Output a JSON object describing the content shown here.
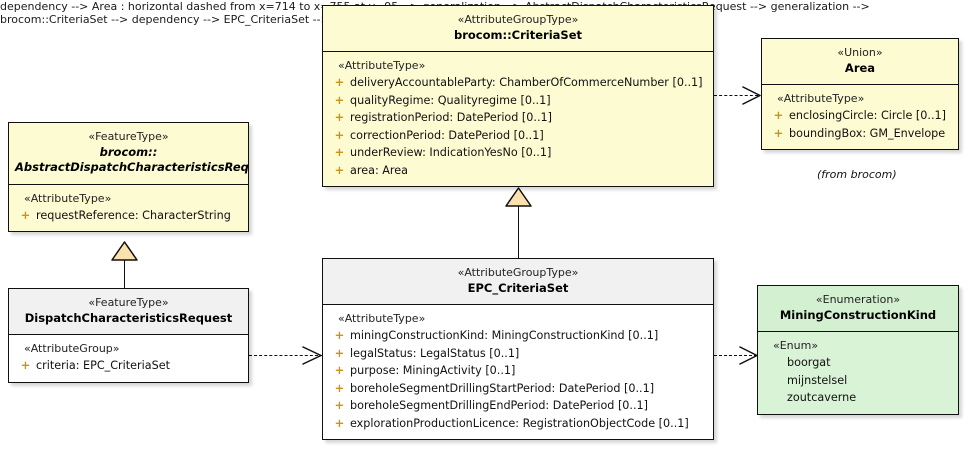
{
  "diagram": {
    "type": "uml-class-diagram",
    "background": "#ffffff",
    "notes": [
      {
        "id": "from-brocom",
        "text": "(from brocom)"
      }
    ]
  },
  "classes": {
    "criteriaset": {
      "stereotype": "«AttributeGroupType»",
      "name": "brocom::CriteriaSet",
      "abstract": false,
      "fill": "#fcfbd2",
      "compartment_stereotype": "«AttributeType»",
      "attributes": [
        {
          "visibility": "+",
          "signature": "deliveryAccountableParty: ChamberOfCommerceNumber [0..1]"
        },
        {
          "visibility": "+",
          "signature": "qualityRegime: Qualityregime [0..1]"
        },
        {
          "visibility": "+",
          "signature": "registrationPeriod: DatePeriod [0..1]"
        },
        {
          "visibility": "+",
          "signature": "correctionPeriod: DatePeriod [0..1]"
        },
        {
          "visibility": "+",
          "signature": "underReview: IndicationYesNo [0..1]"
        },
        {
          "visibility": "+",
          "signature": "area: Area"
        }
      ]
    },
    "area": {
      "stereotype": "«Union»",
      "name": "Area",
      "abstract": false,
      "fill": "#fcfbd2",
      "compartment_stereotype": "«AttributeType»",
      "attributes": [
        {
          "visibility": "+",
          "signature": "enclosingCircle: Circle [0..1]"
        },
        {
          "visibility": "+",
          "signature": "boundingBox: GM_Envelope"
        }
      ]
    },
    "abstract_dispatch": {
      "stereotype": "«FeatureType»",
      "name_line1": "brocom::",
      "name_line2": "AbstractDispatchCharacteristicsRequest",
      "abstract": true,
      "fill": "#fcfbd2",
      "compartment_stereotype": "«AttributeType»",
      "attributes": [
        {
          "visibility": "+",
          "signature": "requestReference: CharacterString"
        }
      ]
    },
    "dispatch": {
      "stereotype": "«FeatureType»",
      "name": "DispatchCharacteristicsRequest",
      "abstract": false,
      "fill": "#ffffff",
      "compartment_stereotype": "«AttributeGroup»",
      "attributes": [
        {
          "visibility": "+",
          "signature": "criteria: EPC_CriteriaSet"
        }
      ]
    },
    "epc_criteriaset": {
      "stereotype": "«AttributeGroupType»",
      "name": "EPC_CriteriaSet",
      "abstract": false,
      "fill": "#ffffff",
      "compartment_stereotype": "«AttributeType»",
      "attributes": [
        {
          "visibility": "+",
          "signature": "miningConstructionKind: MiningConstructionKind [0..1]"
        },
        {
          "visibility": "+",
          "signature": "legalStatus: LegalStatus [0..1]"
        },
        {
          "visibility": "+",
          "signature": "purpose: MiningActivity [0..1]"
        },
        {
          "visibility": "+",
          "signature": "boreholeSegmentDrillingStartPeriod: DatePeriod [0..1]"
        },
        {
          "visibility": "+",
          "signature": "boreholeSegmentDrillingEndPeriod: DatePeriod [0..1]"
        },
        {
          "visibility": "+",
          "signature": "explorationProductionLicence: RegistrationObjectCode [0..1]"
        }
      ]
    },
    "mining_kind": {
      "stereotype": "«Enumeration»",
      "name": "MiningConstructionKind",
      "abstract": false,
      "fill": "#d9f3d6",
      "compartment_stereotype": "«Enum»",
      "literals": [
        {
          "name": "boorgat"
        },
        {
          "name": "mijnstelsel"
        },
        {
          "name": "zoutcaverne"
        }
      ]
    }
  },
  "relationships": [
    {
      "kind": "dependency",
      "from": "criteriaset",
      "to": "area",
      "style": "dashed-open-arrow"
    },
    {
      "kind": "generalization",
      "from": "dispatch",
      "to": "abstract_dispatch",
      "style": "solid-hollow-triangle"
    },
    {
      "kind": "generalization",
      "from": "epc_criteriaset",
      "to": "criteriaset",
      "style": "solid-hollow-triangle"
    },
    {
      "kind": "dependency",
      "from": "dispatch",
      "to": "epc_criteriaset",
      "style": "dashed-open-arrow"
    },
    {
      "kind": "dependency",
      "from": "epc_criteriaset",
      "to": "mining_kind",
      "style": "dashed-open-arrow"
    }
  ]
}
